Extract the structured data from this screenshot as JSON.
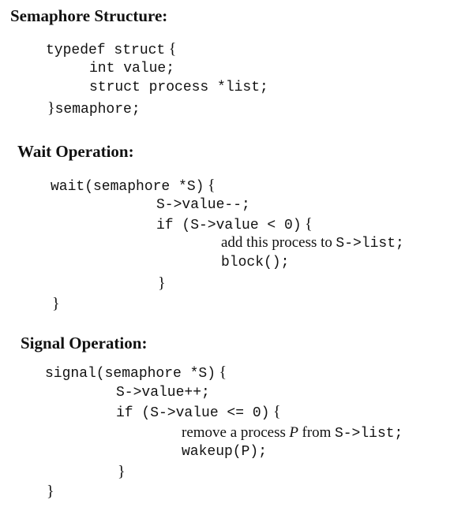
{
  "semaphore_section": {
    "title": "Semaphore Structure:",
    "typedef_kw": "typedef struct",
    "open_brace": "{",
    "field_value": "int value;",
    "field_list": "struct process *list;",
    "close_brace": "}",
    "type_name": "semaphore;"
  },
  "wait_section": {
    "title": "Wait Operation:",
    "signature": "wait(semaphore *S)",
    "open_brace": "{",
    "decrement": "S->value--;",
    "if_cond": "if (S->value < 0)",
    "if_open_brace": "{",
    "add_text": "add this process to",
    "add_target": "S->list;",
    "block_call": "block();",
    "if_close_brace": "}",
    "close_brace": "}"
  },
  "signal_section": {
    "title": "Signal Operation:",
    "signature": "signal(semaphore *S)",
    "open_brace": "{",
    "increment": "S->value++;",
    "if_cond": "if (S->value <= 0)",
    "if_open_brace": "{",
    "remove_text": "remove a process",
    "process_var": "P",
    "from_text": "from",
    "remove_target": "S->list;",
    "wakeup_call": "wakeup(P);",
    "if_close_brace": "}",
    "close_brace": "}"
  }
}
